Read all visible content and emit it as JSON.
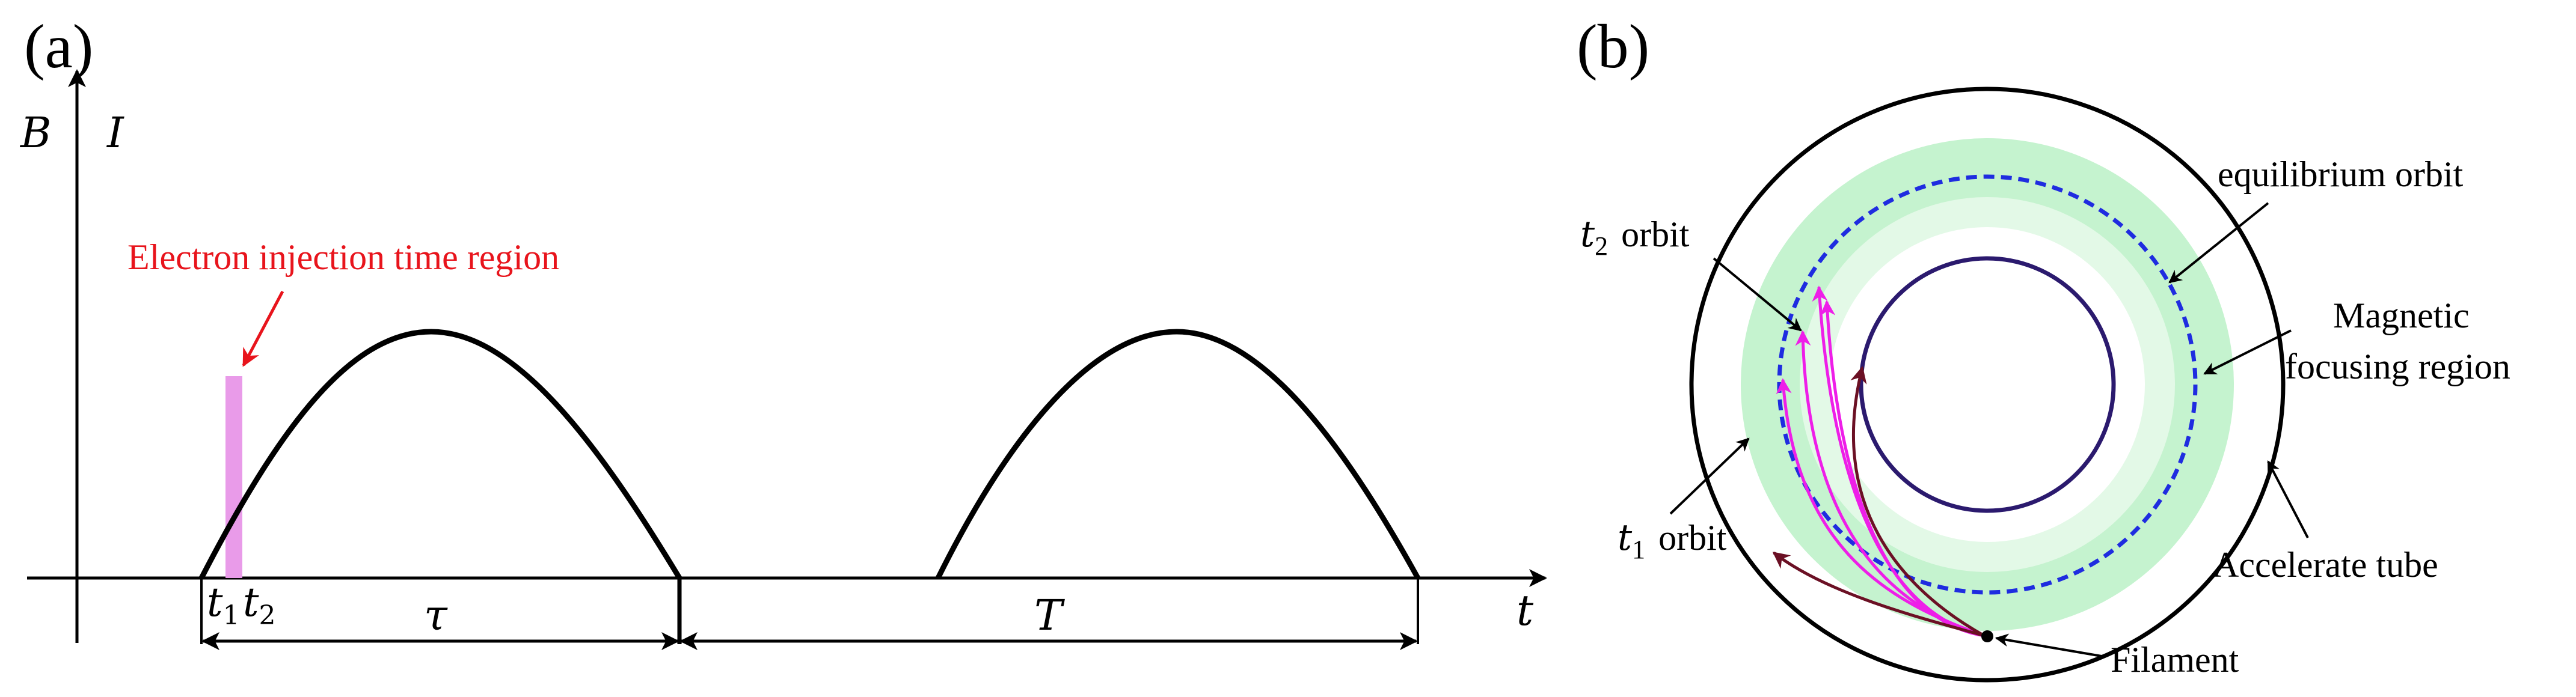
{
  "panel_a": {
    "panel_label": "(a)",
    "y_axis_label_left": "B",
    "y_axis_label_right": "I",
    "x_axis_label": "t",
    "injection_annotation": "Electron injection time region",
    "t1_letter": "t",
    "t1_sub": "1",
    "t2_letter": "t",
    "t2_sub": "2",
    "tau_label": "τ",
    "period_label": "T",
    "colors": {
      "axis": "#000000",
      "curve": "#000000",
      "injection_bar": "#e99be9",
      "annotation": "#e8141c"
    }
  },
  "panel_b": {
    "panel_label": "(b)",
    "t2_orbit_letter": "t",
    "t2_orbit_sub": "2",
    "t2_orbit_word": "orbit",
    "t1_orbit_letter": "t",
    "t1_orbit_sub": "1",
    "t1_orbit_word": "orbit",
    "equilibrium_label": "equilibrium orbit",
    "magnetic_label_line1": "Magnetic",
    "magnetic_label_line2": "focusing region",
    "tube_label": "Accelerate tube",
    "filament_label": "Filament",
    "colors": {
      "outer_ring": "#000000",
      "focusing_region": "#c5f3cf",
      "inner_band": "#e3f9e7",
      "equilibrium_orbit": "#1f2ce0",
      "inner_circle": "#2b1a6e",
      "electron_paths": "#ee1ee8",
      "escape_paths": "#6b1024"
    }
  }
}
